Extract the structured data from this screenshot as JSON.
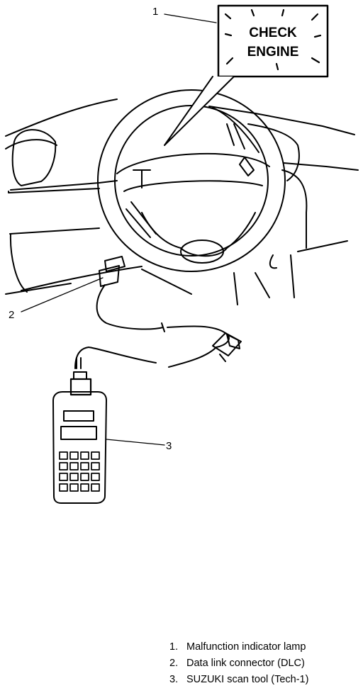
{
  "lamp": {
    "line1": "CHECK",
    "line2": "ENGINE"
  },
  "callouts": {
    "c1": "1",
    "c2": "2",
    "c3": "3"
  },
  "legend": [
    {
      "num": "1.",
      "text": "Malfunction indicator lamp"
    },
    {
      "num": "2.",
      "text": "Data link connector (DLC)"
    },
    {
      "num": "3.",
      "text": "SUZUKI scan tool (Tech-1)"
    }
  ]
}
